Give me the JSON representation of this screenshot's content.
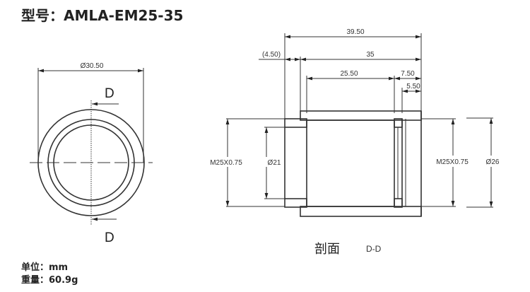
{
  "title": "型号：AMLA-EM25-35",
  "units": "单位：mm",
  "weight": "重量：60.9g",
  "front_view": {
    "diameter_label": "Ø30.50",
    "section_marker_top": "D",
    "section_marker_bottom": "D"
  },
  "section_view": {
    "caption": "剖面",
    "caption_id": "D-D",
    "dims": {
      "overall_length": "39.50",
      "flange_length": "(4.50)",
      "body_length": "35",
      "bore_length": "25.50",
      "right_step": "7.50",
      "right_thread": "5.50",
      "left_thread": "M25X0.75",
      "bore_dia": "Ø21",
      "right_thread_label": "M25X0.75",
      "outer_dia": "Ø26"
    }
  }
}
